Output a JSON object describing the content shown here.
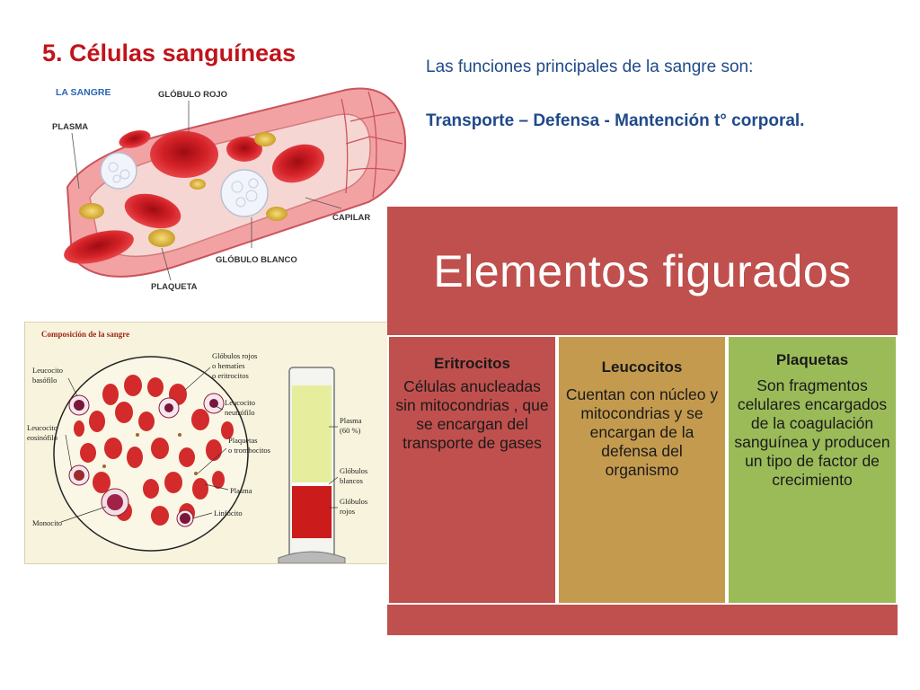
{
  "slide": {
    "title": "5. Células sanguíneas",
    "intro": "Las funciones principales de la sangre son:",
    "functions": "Transporte – Defensa -  Mantención t° corporal."
  },
  "vessel_diagram": {
    "title": "LA SANGRE",
    "labels": {
      "red_cell": "GLÓBULO ROJO",
      "plasma": "PLASMA",
      "capillary": "CAPILAR",
      "white_cell": "GLÓBULO BLANCO",
      "platelet": "PLAQUETA"
    },
    "colors": {
      "wall": "#e8707a",
      "red_cell": "#d42228",
      "platelet": "#e6c14a",
      "white_cell": "#f1f4fb"
    }
  },
  "composition_diagram": {
    "title": "Composición de la sangre",
    "labels": {
      "basophil": [
        "Leucocito",
        "basófilo"
      ],
      "eosinophil": [
        "Leucocito",
        "eosinófilo"
      ],
      "monocyte": "Monocito",
      "red_cells": [
        "Glóbulos rojos",
        "o hematíes",
        "o eritrocitos"
      ],
      "neutrophil": [
        "Leucocito",
        "neutrófilo"
      ],
      "platelets": [
        "Plaquetas",
        "o trombocitos"
      ],
      "plasma": "Plasma",
      "lymphocyte": "Linfocito",
      "tube_plasma": [
        "Plasma",
        "(60 %)"
      ],
      "tube_white": [
        "Glóbulos",
        "blancos"
      ],
      "tube_red": [
        "Glóbulos",
        "rojos"
      ]
    }
  },
  "table": {
    "heading": "Elementos figurados",
    "columns": [
      {
        "name": "Eritrocitos",
        "description": "Células anucleadas sin mitocondrias , que se encargan del transporte de gases",
        "color": "#c0504d"
      },
      {
        "name": "Leucocitos",
        "description": "Cuentan con núcleo y mitocondrias y se encargan de la defensa del organismo",
        "color": "#c49a4e"
      },
      {
        "name": "Plaquetas",
        "description": "Son fragmentos celulares encargados de la coagulación sanguínea y producen un tipo de factor de crecimiento",
        "color": "#9bbb59"
      }
    ]
  }
}
